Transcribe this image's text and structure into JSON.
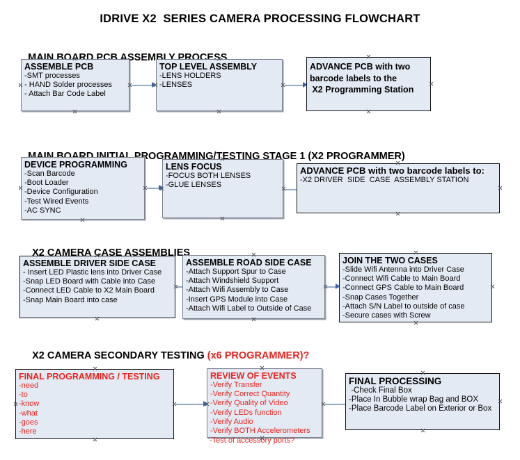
{
  "document": {
    "title": "IDRIVE X2  SERIES CAMERA PROCESSING FLOWCHART"
  },
  "colors": {
    "box_fill": "#e4eaf4",
    "box_border_black": "#121212",
    "box_border_gray": "#7c8190",
    "connector": "#93aac4",
    "arrowhead": "#3b63b0",
    "accent_red": "#e8251f",
    "text_black": "#000000",
    "background": "#ffffff"
  },
  "sections": [
    {
      "id": "main-board-pcb-assembly-process",
      "header": "MAIN BOARD PCB ASSEMBLY PROCESS",
      "header_accent": "",
      "boxes": [
        {
          "id": "assemble-pcb",
          "title": "ASSEMBLE PCB",
          "lines": [
            "-SMT processes",
            "- HAND Solder processes",
            "- Attach Bar Code Label"
          ]
        },
        {
          "id": "top-level-assembly",
          "title": "TOP LEVEL ASSEMBLY",
          "lines": [
            "-LENS HOLDERS",
            "-LENSES"
          ]
        },
        {
          "id": "advance-pcb-to-x2-programming-station",
          "title_block": "ADVANCE PCB with two\nbarcode labels to the\n X2 Programming Station",
          "lines": []
        }
      ]
    },
    {
      "id": "main-board-initial-programming-testing-stage-1",
      "header": "MAIN BOARD INITIAL PROGRAMMING/TESTING STAGE 1 (X2 PROGRAMMER)",
      "header_accent": "",
      "boxes": [
        {
          "id": "device-programming",
          "title": "DEVICE PROGRAMMING",
          "lines": [
            "-Scan Barcode",
            "-Boot Loader",
            "-Device Configuration",
            "-Test Wired Events",
            "-AC SYNC"
          ]
        },
        {
          "id": "lens-focus",
          "title": "LENS FOCUS",
          "lines": [
            "-FOCUS BOTH LENSES",
            "-GLUE LENSES"
          ]
        },
        {
          "id": "advance-pcb-to-driver-side-case-assembly",
          "title": "ADVANCE PCB with two barcode labels to:",
          "lines": [
            "-X2 DRIVER  SIDE  CASE  ASSEMBLY STATION"
          ]
        }
      ]
    },
    {
      "id": "x2-camera-case-assemblies",
      "header": "X2 CAMERA CASE ASSEMBLIES",
      "header_accent": "",
      "boxes": [
        {
          "id": "assemble-driver-side-case",
          "title": "ASSEMBLE DRIVER SIDE CASE",
          "lines": [
            "- Insert LED Plastic lens into Driver Case",
            "-Snap LED Board with Cable into Case",
            "-Connect LED Cable to X2 Main Board",
            "-Snap Main Board into case"
          ]
        },
        {
          "id": "assemble-road-side-case",
          "title": "ASSEMBLE ROAD SIDE CASE",
          "lines": [
            "-Attach Support Spur to Case",
            "-Attach Windshield Support",
            "-Attach Wifi Assembly to Case",
            "-Insert GPS Module into Case",
            "-Attach Wifi Label to Outside of Case"
          ]
        },
        {
          "id": "join-the-two-cases",
          "title": "JOIN THE TWO CASES",
          "lines": [
            "-Slide Wifi Antenna into Driver Case",
            "-Connect Wifi Cable to Main Board",
            "-Connect GPS Cable to Main Board",
            "-Snap Cases Together",
            "-Attach S/N Label to outside of case",
            "-Secure cases with Screw"
          ]
        }
      ]
    },
    {
      "id": "x2-camera-secondary-testing",
      "header": "X2 CAMERA SECONDARY TESTING ",
      "header_accent": "(x6 PROGRAMMER)?",
      "boxes": [
        {
          "id": "final-programming-testing",
          "title": "FINAL PROGRAMMING / TESTING",
          "lines": [
            "-need",
            "-to",
            "-know",
            "-what",
            "-goes",
            "-here"
          ]
        },
        {
          "id": "review-of-events",
          "title": "REVIEW OF EVENTS",
          "lines": [
            "-Verify Transfer",
            "-Verify Correct Quantity",
            "-Verify Quality of Video",
            "-Verify LEDs function",
            "-Verify Audio",
            "-Verify BOTH Accelerometers"
          ],
          "overflow_line": "-Test of accessory ports?"
        },
        {
          "id": "final-processing",
          "title": "FINAL PROCESSING",
          "lines": [
            " -Check Final Box",
            "-Place In Bubble wrap Bag and BOX",
            "-Place Barcode Label on Exterior or Box"
          ]
        }
      ]
    }
  ]
}
